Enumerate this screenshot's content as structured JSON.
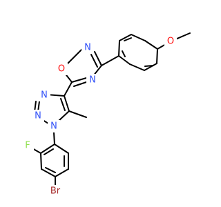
{
  "colors": {
    "bond": "#000000",
    "background": "#ffffff",
    "oxygen": "#ff0d0d",
    "nitrogen": "#3050f8",
    "fluorine": "#90e050",
    "bromine": "#a62929"
  },
  "molecule": {
    "atoms": [
      {
        "symbol": "O",
        "color": "oxygen"
      },
      {
        "symbol": "N",
        "color": "nitrogen"
      },
      {
        "symbol": "N",
        "color": "nitrogen"
      },
      {
        "symbol": "O",
        "color": "oxygen"
      },
      {
        "symbol": "N",
        "color": "nitrogen"
      },
      {
        "symbol": "N",
        "color": "nitrogen"
      },
      {
        "symbol": "N",
        "color": "nitrogen"
      },
      {
        "symbol": "F",
        "color": "fluorine"
      },
      {
        "symbol": "Br",
        "color": "bromine"
      }
    ]
  }
}
